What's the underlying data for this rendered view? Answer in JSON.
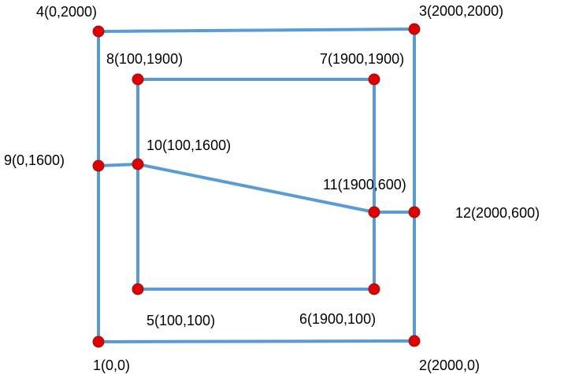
{
  "nodes": [
    {
      "id": "1",
      "label": "1(0,0)"
    },
    {
      "id": "2",
      "label": "2(2000,0)"
    },
    {
      "id": "3",
      "label": "3(2000,2000)"
    },
    {
      "id": "4",
      "label": "4(0,2000)"
    },
    {
      "id": "5",
      "label": "5(100,100)"
    },
    {
      "id": "6",
      "label": "6(1900,100)"
    },
    {
      "id": "7",
      "label": "7(1900,1900)"
    },
    {
      "id": "8",
      "label": "8(100,1900)"
    },
    {
      "id": "9",
      "label": "9(0,1600)"
    },
    {
      "id": "10",
      "label": "10(100,1600)"
    },
    {
      "id": "11",
      "label": "11(1900,600)"
    },
    {
      "id": "12",
      "label": "12(2000,600)"
    }
  ],
  "edges": [
    [
      "1",
      "2"
    ],
    [
      "2",
      "12"
    ],
    [
      "12",
      "3"
    ],
    [
      "3",
      "4"
    ],
    [
      "4",
      "9"
    ],
    [
      "9",
      "1"
    ],
    [
      "5",
      "6"
    ],
    [
      "6",
      "11"
    ],
    [
      "11",
      "7"
    ],
    [
      "7",
      "8"
    ],
    [
      "8",
      "10"
    ],
    [
      "10",
      "5"
    ],
    [
      "9",
      "10"
    ],
    [
      "10",
      "11"
    ],
    [
      "11",
      "12"
    ]
  ],
  "colors": {
    "edge": "#5b9bd5",
    "node_fill": "#e00000",
    "label": "#000000"
  }
}
